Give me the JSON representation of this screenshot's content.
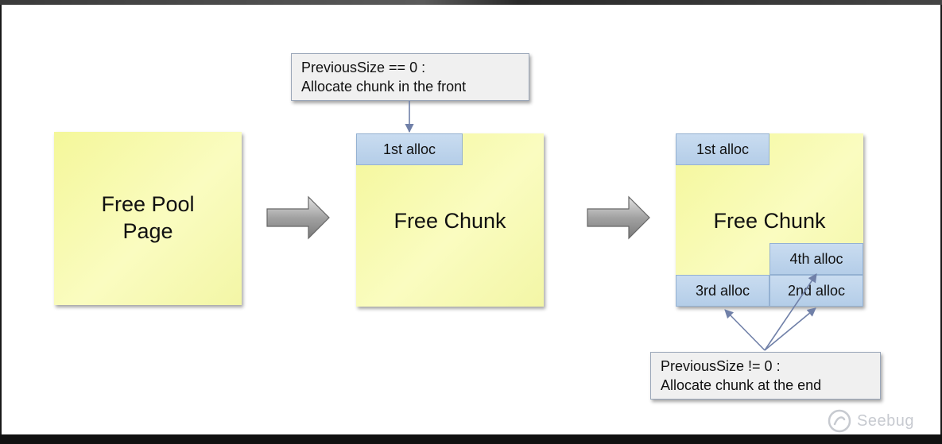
{
  "notes": {
    "front_line1": "PreviousSize == 0 :",
    "front_line2": "Allocate chunk in the front",
    "end_line1": "PreviousSize != 0 :",
    "end_line2": "Allocate chunk at the end"
  },
  "stages": {
    "pool_line1": "Free Pool",
    "pool_line2": "Page",
    "chunk_middle": "Free Chunk",
    "chunk_right": "Free Chunk"
  },
  "allocs": {
    "first_middle": "1st alloc",
    "first_right": "1st alloc",
    "second": "2nd alloc",
    "third": "3rd alloc",
    "fourth": "4th alloc"
  },
  "watermark": {
    "text": "Seebug",
    "icon": "seebug-logo-icon"
  },
  "colors": {
    "sticky": "#f6f9a8",
    "alloc": "#bcd3ec",
    "note_bg": "#f0f0f0",
    "connector": "#7080a8"
  }
}
